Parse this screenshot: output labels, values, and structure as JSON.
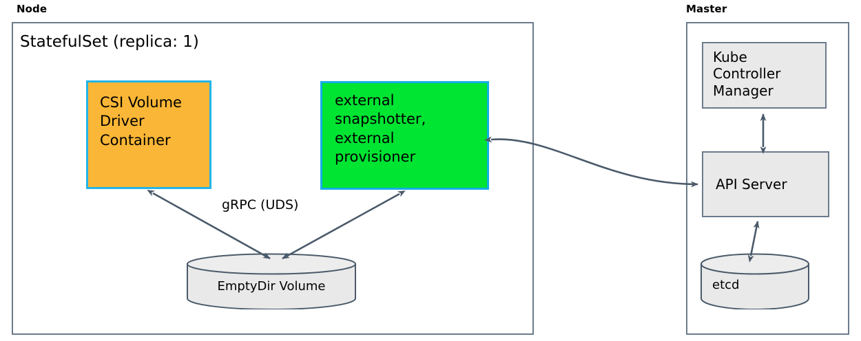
{
  "diagram": {
    "title_node": "Node",
    "title_master": "Master",
    "colors": {
      "orange_fill": "#FAB636",
      "orange_border": "#22B5E8",
      "green_fill": "#00E432",
      "green_border": "#14AEE8",
      "gray_fill": "#E9E9E9",
      "slate_border": "#6B7B8C",
      "arrow": "#4A5A6A"
    }
  },
  "node": {
    "label": "Node",
    "statefulset_title": "StatefulSet (replica: 1)",
    "csi_driver": "CSI Volume\nDriver\nContainer",
    "external_controllers": "external\nsnapshotter,\nexternal\nprovisioner",
    "volume": "EmptyDir Volume",
    "grpc_label": "gRPC (UDS)"
  },
  "master": {
    "label": "Master",
    "kube_controller_manager": "Kube\nController\nManager",
    "api_server": "API Server",
    "etcd": "etcd"
  }
}
